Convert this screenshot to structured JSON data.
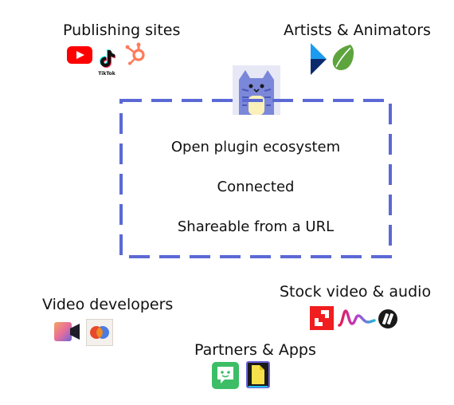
{
  "groups": {
    "publishing": {
      "label": "Publishing sites",
      "icons": [
        "youtube-icon",
        "tiktok-icon",
        "hubspot-icon"
      ],
      "tiktok_caption": "TikTok"
    },
    "artists": {
      "label": "Artists & Animators",
      "icons": [
        "bolt-logo-icon",
        "envato-leaf-icon"
      ]
    },
    "video_devs": {
      "label": "Video developers",
      "icons": [
        "camera-app-icon",
        "mux-icon"
      ]
    },
    "stock": {
      "label": "Stock video & audio",
      "icons": [
        "storyblocks-icon",
        "audio-wave-icon",
        "slash-circle-icon"
      ]
    },
    "partners": {
      "label": "Partners & Apps",
      "icons": [
        "chat-robot-icon",
        "document-app-icon"
      ]
    }
  },
  "center": {
    "mascot": "cat-mascot-icon",
    "lines": [
      "Open plugin ecosystem",
      "Connected",
      "Shareable from a URL"
    ]
  },
  "colors": {
    "dash": "#5B69D6",
    "youtube": "#FF0000",
    "hubspot": "#FF7A59",
    "envato": "#5EA43D",
    "storyblocks": "#F01E1E",
    "partners_green": "#3DBE66"
  }
}
